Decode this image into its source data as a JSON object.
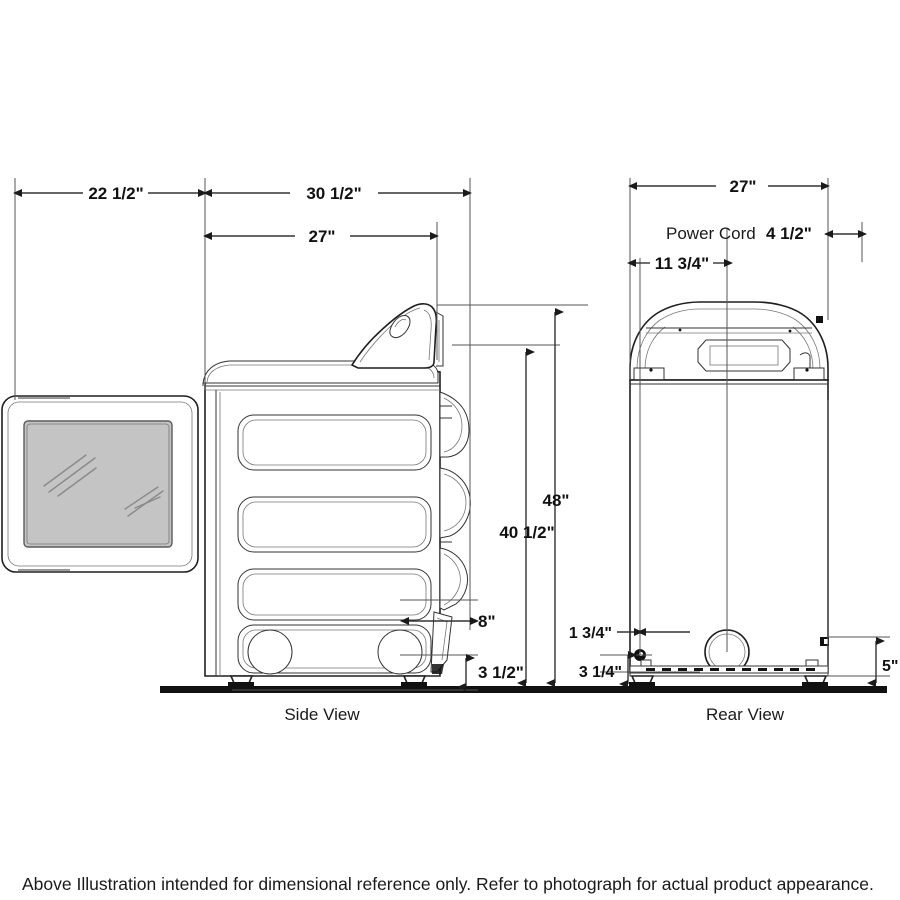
{
  "document": {
    "type": "appliance-dimension-drawing",
    "caption": "Above Illustration intended for dimensional reference only. Refer to photograph for actual product appearance."
  },
  "views": [
    {
      "id": "side",
      "label": "Side View"
    },
    {
      "id": "rear",
      "label": "Rear View"
    }
  ],
  "dimensions": {
    "side": {
      "door_open_depth": "22 1/2\"",
      "cabinet_depth": "30 1/2\"",
      "cabinet_depth_inner": "27\"",
      "overall_height": "48\"",
      "cabinet_height": "40 1/2\"",
      "door_clearance": "8\"",
      "base_height": "3 1/2\""
    },
    "rear": {
      "width": "27\"",
      "power_cord_label": "Power Cord",
      "power_cord_value": "4 1/2\"",
      "vent_offset": "11 3/4\"",
      "connection_offset_x": "1 3/4\"",
      "connection_offset_y": "3 1/4\"",
      "terminal_height": "5\""
    }
  },
  "colors": {
    "line": "#1f1f1f",
    "dimension": "#333333",
    "extension": "#555555",
    "glass": "#c4c4c4",
    "floor": "#111111",
    "background": "#ffffff"
  }
}
